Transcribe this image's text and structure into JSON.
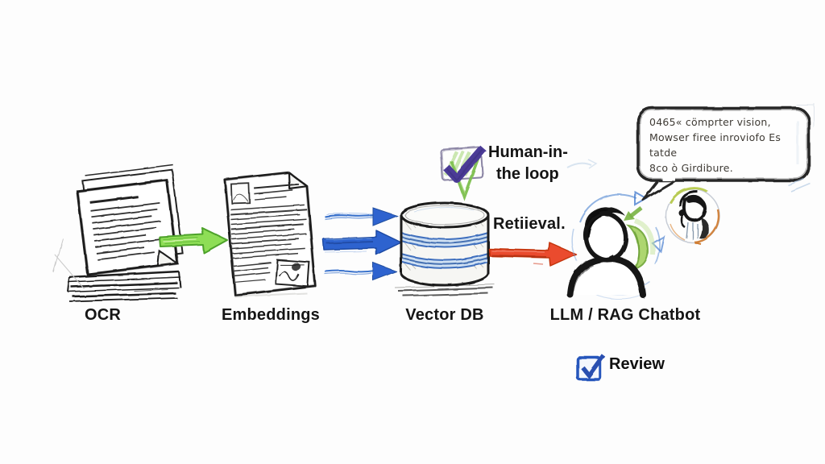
{
  "diagram": {
    "type": "hand-drawn pipeline sketch",
    "background": "#fdfdfd"
  },
  "stages": [
    {
      "id": "ocr",
      "label": "OCR",
      "icon": "document-stack-icon"
    },
    {
      "id": "embeddings",
      "label": "Embeddings",
      "icon": "document-icon"
    },
    {
      "id": "vector-db",
      "label": "Vector DB",
      "icon": "database-icon"
    },
    {
      "id": "llm-rag-chatbot",
      "label": "LLM / RAG Chatbot",
      "icon": "chatbot-person-icon"
    }
  ],
  "connectors": [
    {
      "from": "ocr",
      "to": "embeddings",
      "style": "green-sketch-arrow",
      "label": ""
    },
    {
      "from": "embeddings",
      "to": "vector-db",
      "style": "triple-blue-sketch-arrows",
      "label": ""
    },
    {
      "from": "vector-db",
      "to": "llm-rag-chatbot",
      "style": "red-block-arrow",
      "label": "Retiieval."
    }
  ],
  "annotations": {
    "human_in_the_loop": {
      "line1": "Human-in-",
      "line2": "the loop",
      "icon": "checkbox-checked-icon"
    },
    "review": {
      "label": "Review",
      "icon": "checkbox-checked-icon"
    }
  },
  "speech_bubble": {
    "lines": [
      "0465« cömprter vision,",
      "Mowser firee inroviofo Es tatde",
      "8co ò Girdibure."
    ]
  },
  "colors": {
    "ink": "#1a1a1a",
    "green_arrow": "#8ede57",
    "blue_arrow": "#2e63cf",
    "red_arrow": "#ea4b2d",
    "check_purple": "#4b3a96",
    "review_blue": "#2a4fb0",
    "db_band": "#cfe0f2"
  }
}
